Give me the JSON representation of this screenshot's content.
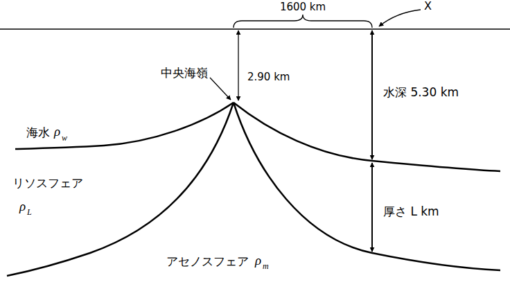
{
  "diagram": {
    "labels": [
      "1600 km",
      "X",
      "中央海嶺",
      "2.90 km",
      "海水",
      "ρ",
      "w",
      "水深 5.30 km",
      "リソスフェア",
      "ρ",
      "L",
      "厚さ L km",
      "アセノスフェア",
      "ρ",
      "m"
    ]
  }
}
